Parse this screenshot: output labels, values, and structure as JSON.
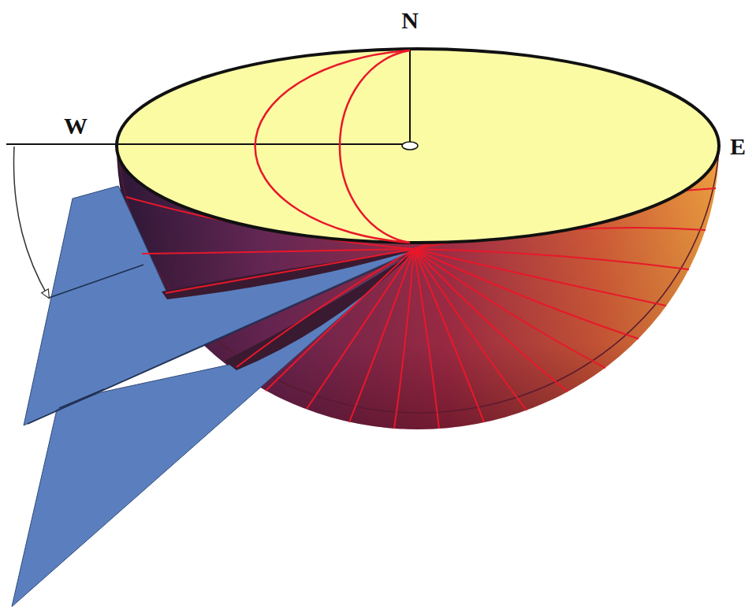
{
  "diagram": {
    "labels": [
      "N",
      "W",
      "E"
    ]
  }
}
